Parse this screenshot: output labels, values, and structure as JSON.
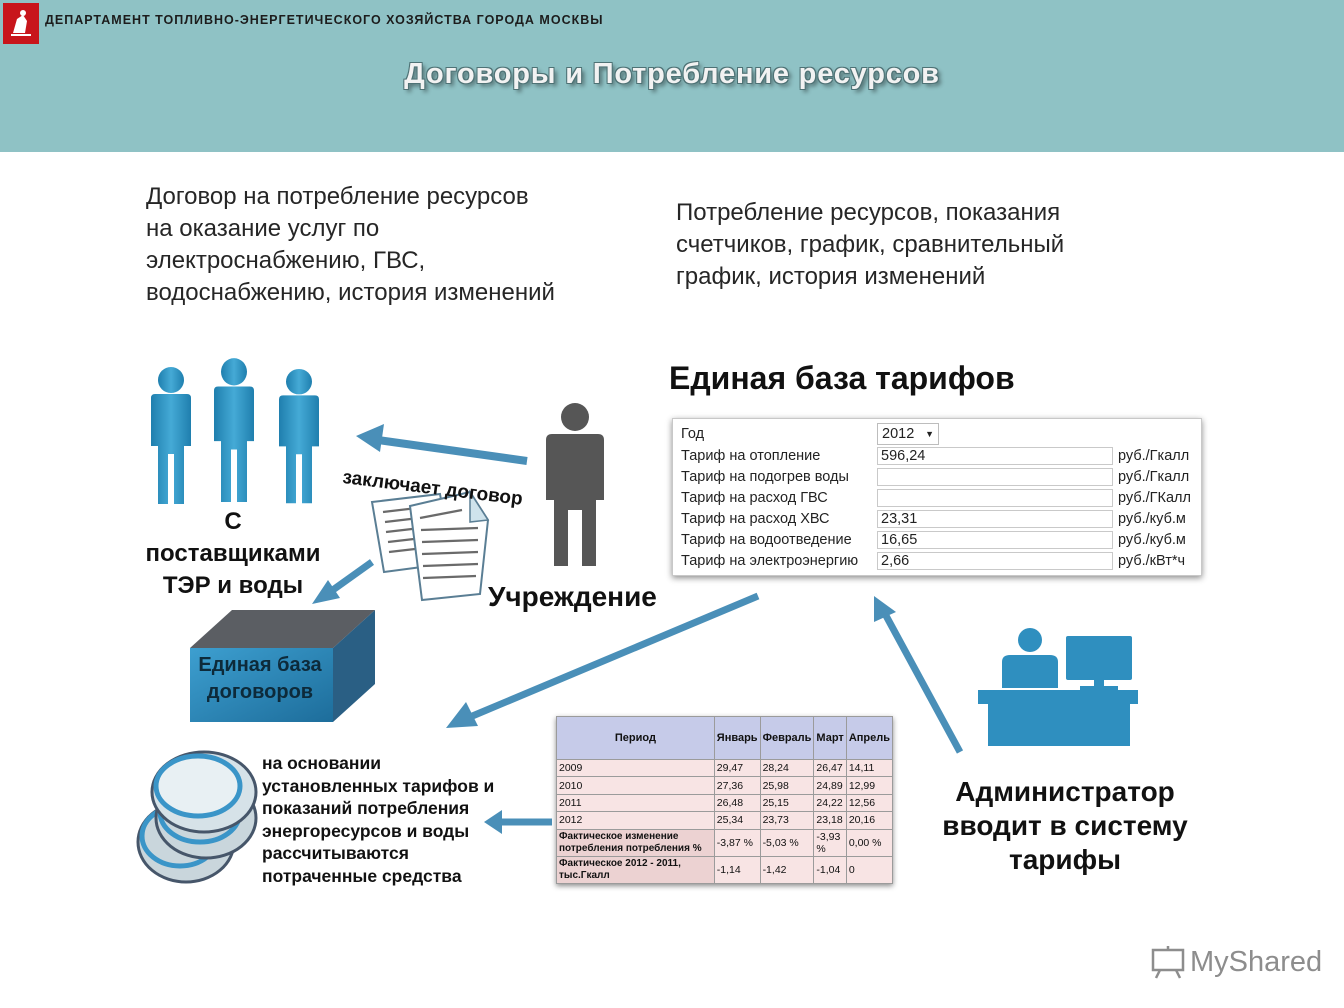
{
  "header": {
    "department": "ДЕПАРТАМЕНТ ТОПЛИВНО-ЭНЕРГЕТИЧЕСКОГО ХОЗЯЙСТВА ГОРОДА МОСКВЫ",
    "title": "Договоры и Потребление ресурсов"
  },
  "contract_text": "Договор на потребление ресурсов\nна оказание услуг по\nэлектроснабжению, ГВС,\nводоснабжению, история изменений",
  "consumption_text": "Потребление ресурсов, показания\nсчетчиков, график, сравнительный\nграфик, история изменений",
  "tariffs_heading": "Единая база тарифов",
  "suppliers_label": "С\nпоставщиками\nТЭР и воды",
  "concludes_label": "заключает договор",
  "institution_label": "Учреждение",
  "contracts_db_label": "Единая база\nдоговоров",
  "calc_text": "на основании\nустановленных тарифов и\nпоказаний потребления\nэнергоресурсов и воды\nрассчитываются\nпотраченные средства",
  "admin_label": "Администратор\nвводит в систему\nтарифы",
  "tariff_form": {
    "year_label": "Год",
    "year_value": "2012",
    "rows": [
      {
        "label": "Тариф на отопление",
        "value": "596,24",
        "unit": "руб./Гкалл"
      },
      {
        "label": "Тариф на подогрев воды",
        "value": "",
        "unit": "руб./Гкалл"
      },
      {
        "label": "Тариф на расход ГВС",
        "value": "",
        "unit": "руб./ГКалл"
      },
      {
        "label": "Тариф на расход ХВС",
        "value": "23,31",
        "unit": "руб./куб.м"
      },
      {
        "label": "Тариф на водоотведение",
        "value": "16,65",
        "unit": "руб./куб.м"
      },
      {
        "label": "Тариф на электроэнергию",
        "value": "2,66",
        "unit": "руб./кВт*ч"
      }
    ]
  },
  "consumption_table": {
    "headers": [
      "Период",
      "Январь",
      "Февраль",
      "Март",
      "Апрель"
    ],
    "rows": [
      [
        "2009",
        "29,47",
        "28,24",
        "26,47",
        "14,11"
      ],
      [
        "2010",
        "27,36",
        "25,98",
        "24,89",
        "12,99"
      ],
      [
        "2011",
        "26,48",
        "25,15",
        "24,22",
        "12,56"
      ],
      [
        "2012",
        "25,34",
        "23,73",
        "23,18",
        "20,16"
      ],
      [
        "Фактическое изменение потребления потребления %",
        "-3,87 %",
        "-5,03 %",
        "-3,93 %",
        "0,00 %"
      ],
      [
        "Фактическое 2012 - 2011, тыс.Гкалл",
        "-1,14",
        "-1,42",
        "-1,04",
        "0"
      ]
    ]
  },
  "watermark": "MyShared",
  "colors": {
    "header_bg": "#8fc2c5",
    "accent_blue": "#2f8fbf",
    "arrow_blue": "#4a8fb8",
    "figure_gray": "#555555",
    "emblem_red": "#c8151b"
  }
}
